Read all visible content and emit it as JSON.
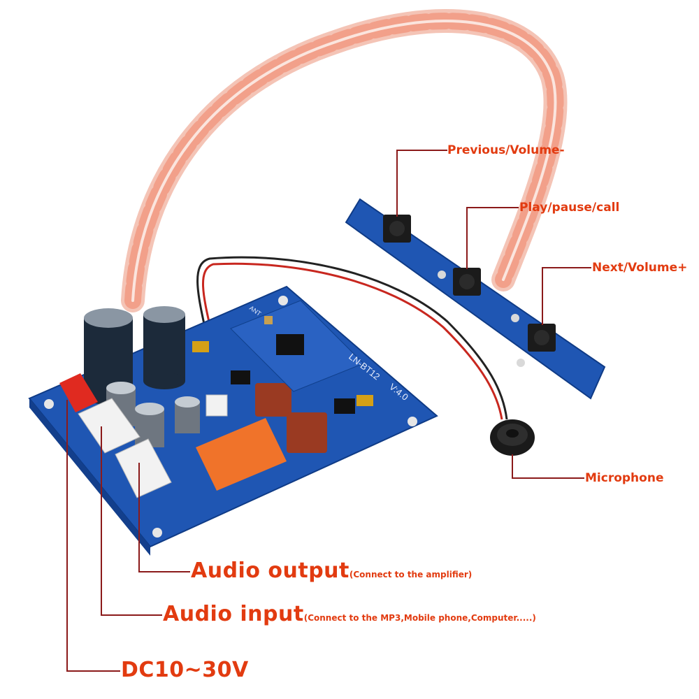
{
  "board": {
    "label_model": "LN-BT12",
    "label_version": "V:4.0",
    "label_ant": "ANT"
  },
  "callouts": {
    "previous_volume_down": "Previous/Volume-",
    "play_pause_call": "Play/pause/call",
    "next_volume_up": "Next/Volume+",
    "microphone": "Microphone",
    "audio_output": "Audio output",
    "audio_output_note": "(Connect to the amplifier)",
    "audio_input": "Audio input",
    "audio_input_note": "(Connect to the MP3,Mobile phone,Computer.....)",
    "power": "DC10~30V"
  },
  "colors": {
    "callout_text": "#e23b10",
    "leader_line": "#8b1a1a",
    "pcb_blue": "#1f56b3",
    "ribbon_cable": "#f2a08a"
  }
}
